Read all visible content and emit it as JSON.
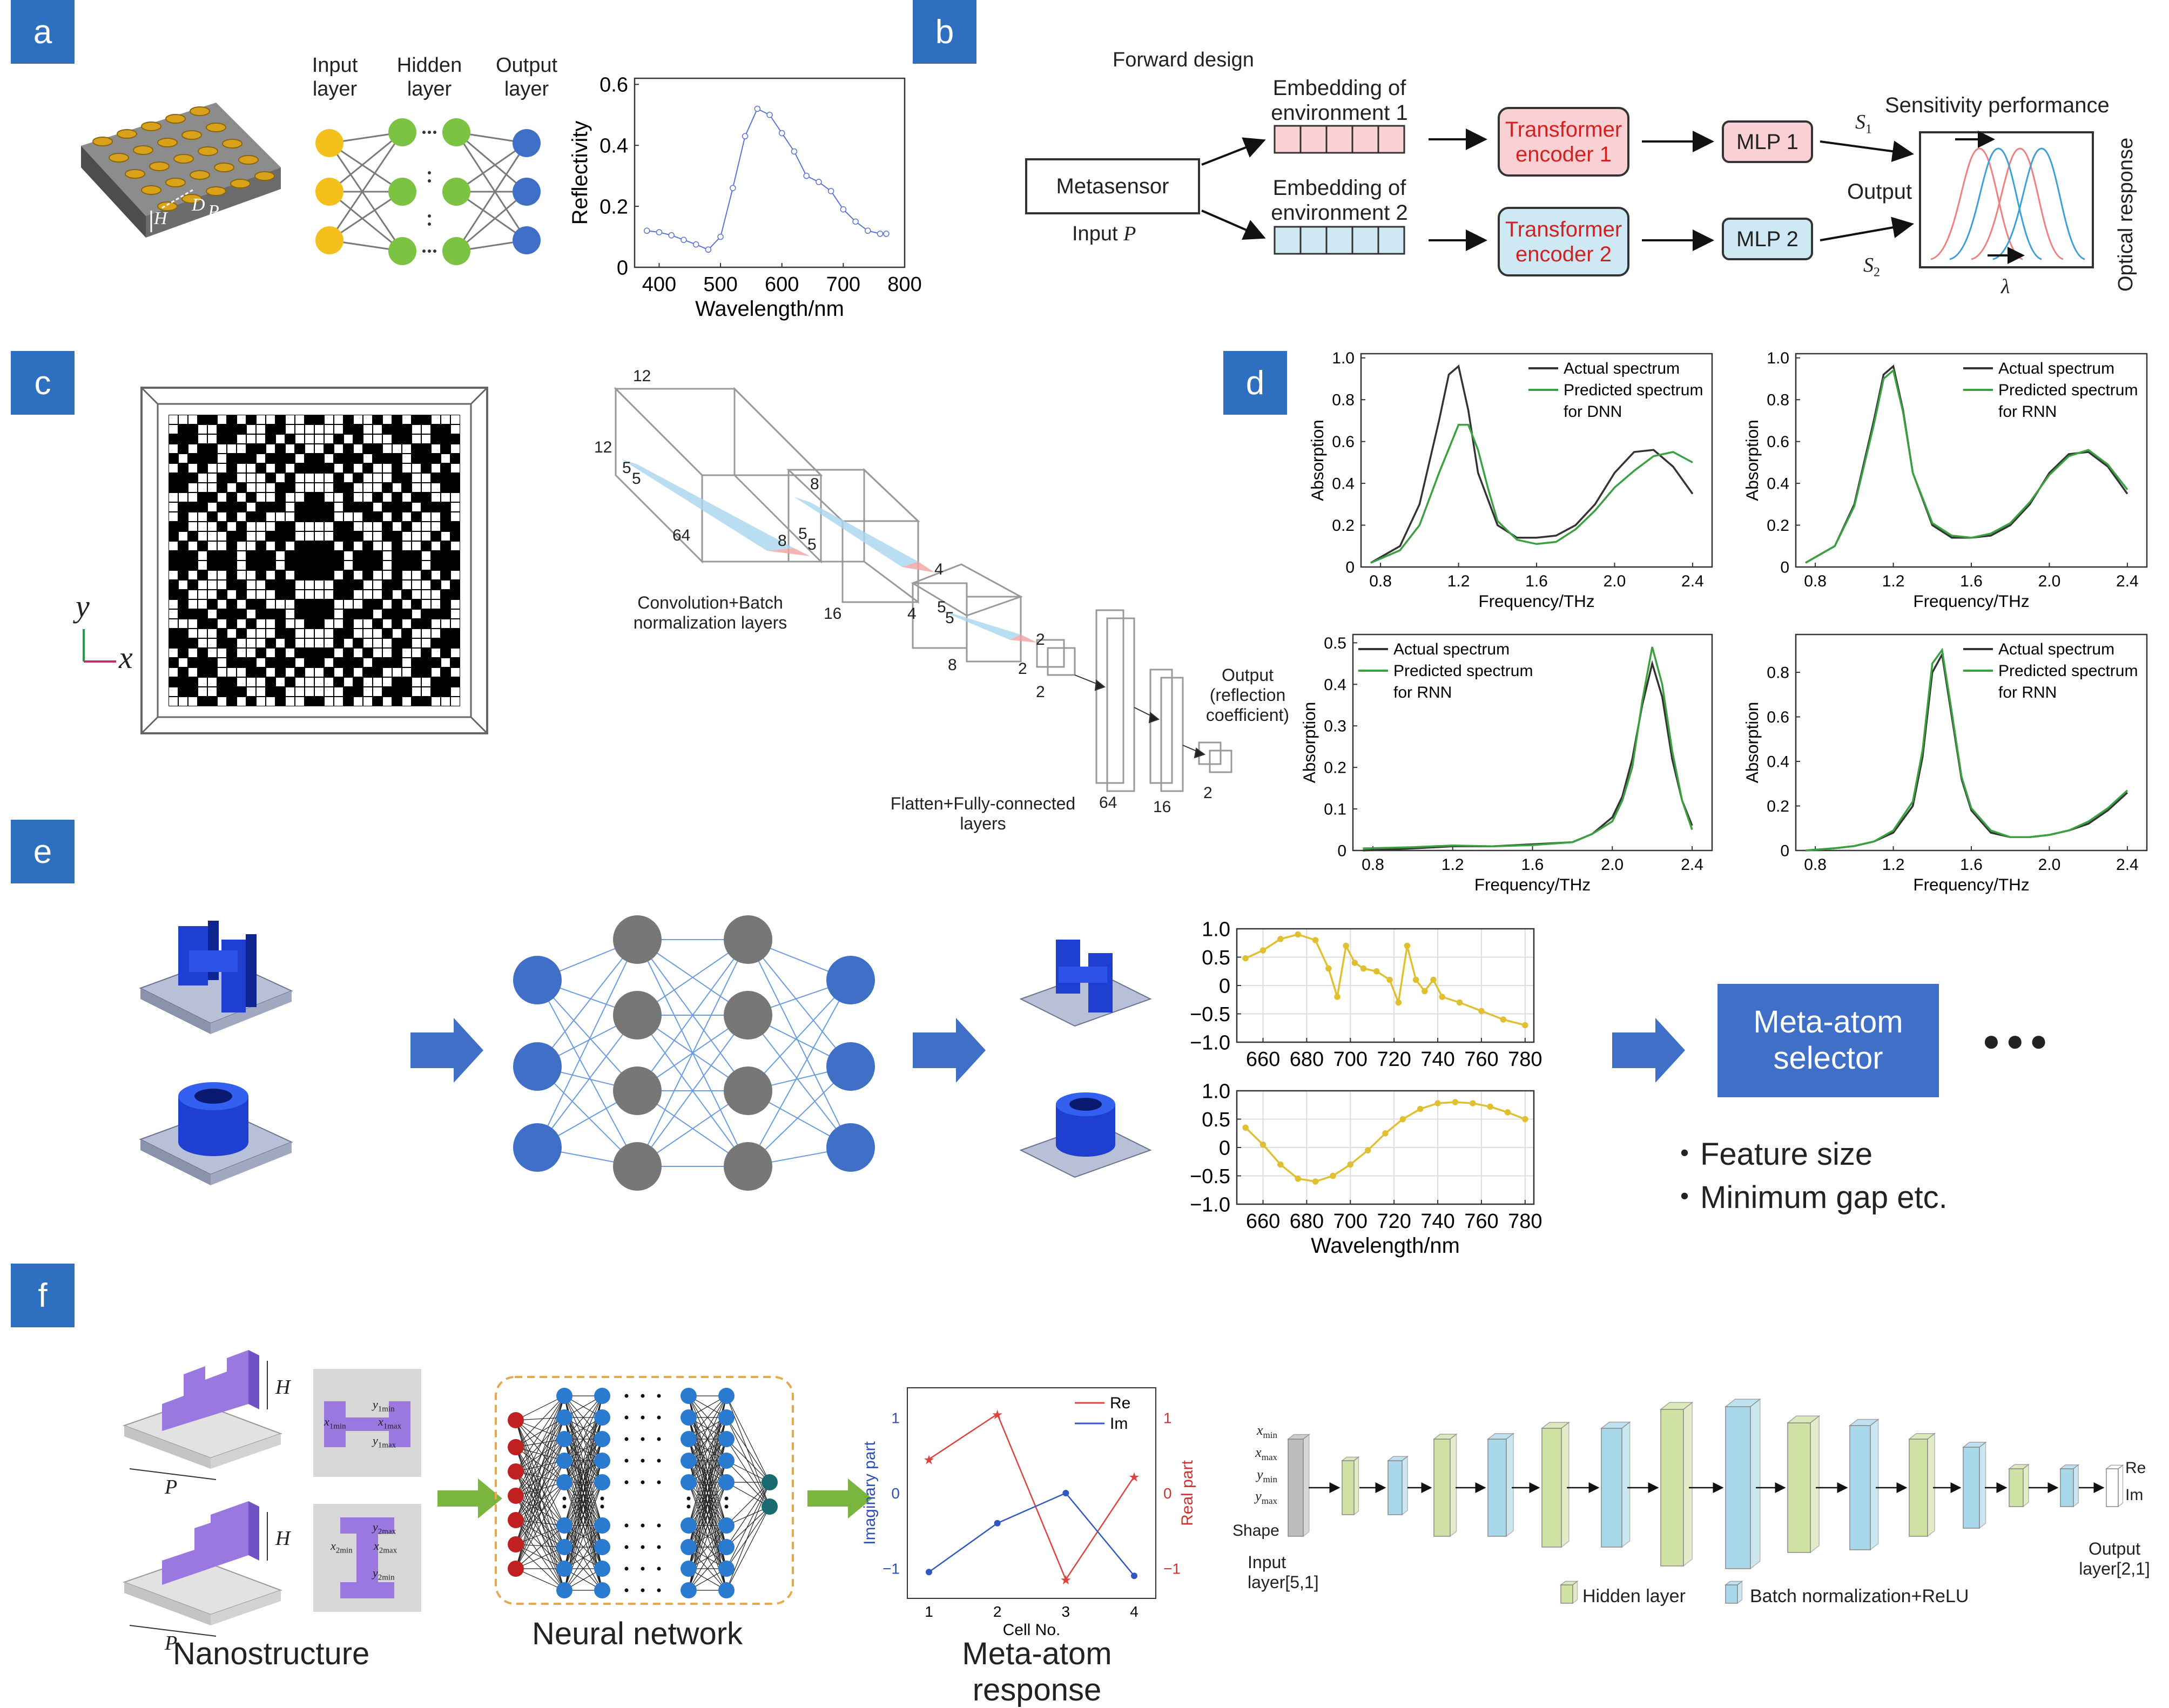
{
  "panel_labels": {
    "a": "a",
    "b": "b",
    "c": "c",
    "d": "d",
    "e": "e",
    "f": "f"
  },
  "colors": {
    "panel_label_bg": "#2e6fc0",
    "accent_blue": "#3f6fc7",
    "pink": "#f9d0d3",
    "light_blue": "#cfe9f4",
    "gold": "#e6b324",
    "purple": "#9a78e0"
  },
  "panel_a": {
    "layers": {
      "input": "Input layer",
      "hidden": "Hidden layer",
      "output": "Output layer"
    },
    "dims": {
      "h": "H",
      "d": "D",
      "p": "P"
    },
    "chart_data": {
      "type": "line",
      "xlabel": "Wavelength/nm",
      "ylabel": "Reflectivity",
      "xlim": [
        360,
        800
      ],
      "ylim": [
        0,
        0.62
      ],
      "xticks": [
        "400",
        "500",
        "600",
        "700",
        "800"
      ],
      "yticks": [
        "0",
        "0.2",
        "0.4",
        "0.6"
      ],
      "x": [
        380,
        400,
        420,
        440,
        460,
        480,
        500,
        520,
        540,
        560,
        580,
        600,
        620,
        640,
        660,
        680,
        700,
        720,
        740,
        760,
        770
      ],
      "values": [
        0.12,
        0.115,
        0.105,
        0.09,
        0.075,
        0.058,
        0.1,
        0.26,
        0.43,
        0.52,
        0.5,
        0.44,
        0.38,
        0.3,
        0.28,
        0.25,
        0.19,
        0.15,
        0.12,
        0.11,
        0.11
      ]
    }
  },
  "panel_b": {
    "forward": "Forward design",
    "metasensor": "Metasensor",
    "input": "Input ",
    "input_var": "P",
    "emb1": "Embedding of environment 1",
    "emb2": "Embedding of environment 2",
    "enc1": "Transformer encoder 1",
    "enc2": "Transformer encoder 2",
    "mlp1": "MLP 1",
    "mlp2": "MLP 2",
    "s1": "S",
    "s1_sub": "1",
    "s2": "S",
    "s2_sub": "2",
    "output": "Output",
    "sensitivity": "Sensitivity performance",
    "optical": "Optical response",
    "lambda": "λ"
  },
  "panel_c": {
    "axis_y": "y",
    "axis_x": "x",
    "dims": {
      "d12a": "12",
      "d12b": "12",
      "d64": "64",
      "d5a": "5",
      "d5b": "5",
      "d8a": "8",
      "d8b": "8",
      "d5c": "5",
      "d5d": "5",
      "d16a": "16",
      "d4a": "4",
      "d4b": "4",
      "d5e": "5",
      "d5f": "5",
      "d8c": "8",
      "d2a": "2",
      "d2b": "2",
      "d2c": "2",
      "d64b": "64",
      "d16b": "16",
      "d2d": "2"
    },
    "conv": "Convolution+Batch normalization layers",
    "flatten": "Flatten+Fully-connected layers",
    "output": "Output (reflection coefficient)"
  },
  "panel_d": {
    "charts": [
      {
        "type": "line",
        "legend": [
          "Actual spectrum",
          "Predicted spectrum",
          "for DNN"
        ],
        "xlabel": "Frequency/THz",
        "ylabel": "Absorption",
        "xticks": [
          "0.8",
          "1.2",
          "1.6",
          "2.0",
          "2.4"
        ],
        "yticks": [
          "0",
          "0.2",
          "0.4",
          "0.6",
          "0.8",
          "1.0"
        ],
        "xlim": [
          0.7,
          2.5
        ],
        "ylim": [
          0,
          1.02
        ],
        "series": [
          {
            "name": "Actual spectrum",
            "x": [
              0.75,
              0.9,
              1.0,
              1.1,
              1.15,
              1.2,
              1.25,
              1.3,
              1.4,
              1.5,
              1.6,
              1.7,
              1.8,
              1.9,
              2.0,
              2.1,
              2.2,
              2.3,
              2.4
            ],
            "values": [
              0.02,
              0.1,
              0.3,
              0.7,
              0.92,
              0.96,
              0.75,
              0.45,
              0.2,
              0.14,
              0.14,
              0.15,
              0.2,
              0.3,
              0.45,
              0.55,
              0.56,
              0.48,
              0.35
            ]
          },
          {
            "name": "Predicted spectrum",
            "x": [
              0.75,
              0.9,
              1.0,
              1.1,
              1.2,
              1.25,
              1.3,
              1.35,
              1.4,
              1.5,
              1.6,
              1.7,
              1.8,
              1.9,
              2.0,
              2.1,
              2.2,
              2.3,
              2.4
            ],
            "values": [
              0.02,
              0.08,
              0.2,
              0.45,
              0.68,
              0.68,
              0.56,
              0.38,
              0.22,
              0.13,
              0.11,
              0.12,
              0.18,
              0.27,
              0.38,
              0.46,
              0.53,
              0.55,
              0.5
            ]
          }
        ]
      },
      {
        "type": "line",
        "legend": [
          "Actual spectrum",
          "Predicted spectrum",
          "for RNN"
        ],
        "xlabel": "Frequency/THz",
        "ylabel": "Absorption",
        "xticks": [
          "0.8",
          "1.2",
          "1.6",
          "2.0",
          "2.4"
        ],
        "yticks": [
          "0",
          "0.2",
          "0.4",
          "0.6",
          "0.8",
          "1.0"
        ],
        "xlim": [
          0.7,
          2.5
        ],
        "ylim": [
          0,
          1.02
        ],
        "series": [
          {
            "name": "Actual spectrum",
            "x": [
              0.75,
              0.9,
              1.0,
              1.1,
              1.15,
              1.2,
              1.25,
              1.3,
              1.4,
              1.5,
              1.6,
              1.7,
              1.8,
              1.9,
              2.0,
              2.1,
              2.2,
              2.3,
              2.4
            ],
            "values": [
              0.02,
              0.1,
              0.3,
              0.7,
              0.92,
              0.96,
              0.75,
              0.45,
              0.2,
              0.14,
              0.14,
              0.15,
              0.2,
              0.3,
              0.45,
              0.54,
              0.55,
              0.48,
              0.35
            ]
          },
          {
            "name": "Predicted spectrum",
            "x": [
              0.75,
              0.9,
              1.0,
              1.1,
              1.15,
              1.2,
              1.25,
              1.3,
              1.4,
              1.5,
              1.6,
              1.7,
              1.8,
              1.9,
              2.0,
              2.1,
              2.2,
              2.3,
              2.4
            ],
            "values": [
              0.02,
              0.1,
              0.29,
              0.68,
              0.9,
              0.94,
              0.74,
              0.45,
              0.21,
              0.15,
              0.14,
              0.16,
              0.21,
              0.31,
              0.44,
              0.53,
              0.56,
              0.49,
              0.37
            ]
          }
        ]
      },
      {
        "type": "line",
        "legend": [
          "Actual spectrum",
          "Predicted spectrum",
          "for RNN"
        ],
        "xlabel": "Frequency/THz",
        "ylabel": "Absorption",
        "xticks": [
          "0.8",
          "1.2",
          "1.6",
          "2.0",
          "2.4"
        ],
        "yticks": [
          "0",
          "0.1",
          "0.2",
          "0.3",
          "0.4",
          "0.5"
        ],
        "xlim": [
          0.7,
          2.5
        ],
        "ylim": [
          0,
          0.52
        ],
        "series": [
          {
            "name": "Actual spectrum",
            "x": [
              0.75,
              1.0,
              1.2,
              1.4,
              1.6,
              1.8,
              1.9,
              2.0,
              2.05,
              2.1,
              2.15,
              2.2,
              2.25,
              2.3,
              2.35,
              2.4
            ],
            "values": [
              0.0,
              0.005,
              0.01,
              0.01,
              0.015,
              0.02,
              0.04,
              0.08,
              0.13,
              0.22,
              0.35,
              0.45,
              0.37,
              0.22,
              0.12,
              0.06
            ]
          },
          {
            "name": "Predicted spectrum",
            "x": [
              0.75,
              1.0,
              1.2,
              1.4,
              1.6,
              1.8,
              1.9,
              2.0,
              2.05,
              2.1,
              2.15,
              2.2,
              2.25,
              2.3,
              2.35,
              2.4
            ],
            "values": [
              0.005,
              0.008,
              0.012,
              0.01,
              0.013,
              0.02,
              0.04,
              0.07,
              0.12,
              0.2,
              0.36,
              0.49,
              0.4,
              0.24,
              0.12,
              0.05
            ]
          }
        ]
      },
      {
        "type": "line",
        "legend": [
          "Actual spectrum",
          "Predicted spectrum",
          "for RNN"
        ],
        "xlabel": "Frequency/THz",
        "ylabel": "Absorption",
        "xticks": [
          "0.8",
          "1.2",
          "1.6",
          "2.0",
          "2.4"
        ],
        "yticks": [
          "0",
          "0.2",
          "0.4",
          "0.6",
          "0.8"
        ],
        "xlim": [
          0.7,
          2.5
        ],
        "ylim": [
          0,
          0.97
        ],
        "series": [
          {
            "name": "Actual spectrum",
            "x": [
              0.75,
              0.9,
              1.0,
              1.1,
              1.2,
              1.3,
              1.35,
              1.4,
              1.45,
              1.5,
              1.55,
              1.6,
              1.7,
              1.8,
              1.9,
              2.0,
              2.1,
              2.2,
              2.3,
              2.4
            ],
            "values": [
              0.0,
              0.01,
              0.02,
              0.04,
              0.08,
              0.2,
              0.42,
              0.8,
              0.88,
              0.6,
              0.32,
              0.18,
              0.08,
              0.06,
              0.06,
              0.07,
              0.09,
              0.12,
              0.18,
              0.26
            ]
          },
          {
            "name": "Predicted spectrum",
            "x": [
              0.75,
              0.9,
              1.0,
              1.1,
              1.2,
              1.3,
              1.35,
              1.4,
              1.45,
              1.5,
              1.55,
              1.6,
              1.7,
              1.8,
              1.9,
              2.0,
              2.1,
              2.2,
              2.3,
              2.4
            ],
            "values": [
              0.0,
              0.01,
              0.02,
              0.04,
              0.09,
              0.22,
              0.45,
              0.84,
              0.9,
              0.62,
              0.33,
              0.19,
              0.09,
              0.06,
              0.06,
              0.07,
              0.09,
              0.13,
              0.19,
              0.27
            ]
          }
        ]
      }
    ]
  },
  "panel_e": {
    "selector_line1": "Meta-atom",
    "selector_line2": "selector",
    "ellipsis": "●●●",
    "bullet1": "・Feature size",
    "bullet2": "・Minimum gap etc.",
    "charts": [
      {
        "type": "line",
        "xlabel": "",
        "ylabel": "",
        "xticks": [
          "660",
          "680",
          "700",
          "720",
          "740",
          "760",
          "780"
        ],
        "yticks": [
          "1.0",
          "0.5",
          "0",
          "−0.5",
          "−1.0"
        ],
        "xlim": [
          648,
          784
        ],
        "ylim": [
          -1.0,
          1.0
        ],
        "x": [
          652,
          660,
          668,
          676,
          684,
          690,
          694,
          698,
          702,
          706,
          712,
          718,
          722,
          726,
          730,
          734,
          738,
          742,
          750,
          760,
          770,
          780
        ],
        "values": [
          0.48,
          0.62,
          0.82,
          0.9,
          0.8,
          0.3,
          -0.2,
          0.7,
          0.4,
          0.3,
          0.25,
          0.1,
          -0.3,
          0.7,
          0.1,
          -0.1,
          0.1,
          -0.2,
          -0.3,
          -0.45,
          -0.6,
          -0.7
        ]
      },
      {
        "type": "line",
        "xlabel": "Wavelength/nm",
        "ylabel": "",
        "xticks": [
          "660",
          "680",
          "700",
          "720",
          "740",
          "760",
          "780"
        ],
        "yticks": [
          "1.0",
          "0.5",
          "0",
          "−0.5",
          "−1.0"
        ],
        "xlim": [
          648,
          784
        ],
        "ylim": [
          -1.0,
          1.0
        ],
        "x": [
          652,
          660,
          668,
          676,
          684,
          692,
          700,
          708,
          716,
          724,
          732,
          740,
          748,
          756,
          764,
          772,
          780
        ],
        "values": [
          0.35,
          0.05,
          -0.3,
          -0.55,
          -0.6,
          -0.5,
          -0.3,
          -0.05,
          0.25,
          0.5,
          0.68,
          0.78,
          0.8,
          0.78,
          0.72,
          0.62,
          0.5
        ]
      }
    ]
  },
  "panel_f": {
    "nanostructure": "Nanostructure",
    "neural": "Neural network",
    "response_line1": "Meta-atom",
    "response_line2": "response",
    "h1": "H",
    "h2": "H",
    "p1": "P",
    "p2": "P",
    "top_dims": {
      "y1min": "y",
      "y1min_sub": "1min",
      "x1min": "x",
      "x1min_sub": "1min",
      "x1max": "x",
      "x1max_sub": "1max",
      "y1max": "y",
      "y1max_sub": "1max"
    },
    "bot_dims": {
      "y2max": "y",
      "y2max_sub": "2max",
      "x2min": "x",
      "x2min_sub": "2min",
      "x2max": "x",
      "x2max_sub": "2max",
      "y2min": "y",
      "y2min_sub": "2min"
    },
    "inputs": [
      {
        "v": "x",
        "s": "min"
      },
      {
        "v": "x",
        "s": "max"
      },
      {
        "v": "y",
        "s": "min"
      },
      {
        "v": "y",
        "s": "max"
      },
      {
        "v": "Shape",
        "s": ""
      }
    ],
    "input_layer": "Input layer[5,1]",
    "output_layer": "Output layer[2,1]",
    "out_re": "Re",
    "out_im": "Im",
    "legend_hidden": "Hidden layer",
    "legend_bn": "Batch normalization+ReLU",
    "chart_data": {
      "type": "line",
      "xlabel": "Cell No.",
      "ylabel": "Imaginary part",
      "ylabel_right": "Real part",
      "categories": [
        "1",
        "2",
        "3",
        "4"
      ],
      "yticks": [
        "1",
        "0",
        "−1"
      ],
      "ylim": [
        -1.4,
        1.4
      ],
      "series": [
        {
          "name": "Re",
          "values": [
            0.45,
            1.05,
            -1.15,
            0.22
          ]
        },
        {
          "name": "Im",
          "values": [
            -1.05,
            -0.4,
            0.0,
            -1.1
          ]
        }
      ]
    }
  }
}
